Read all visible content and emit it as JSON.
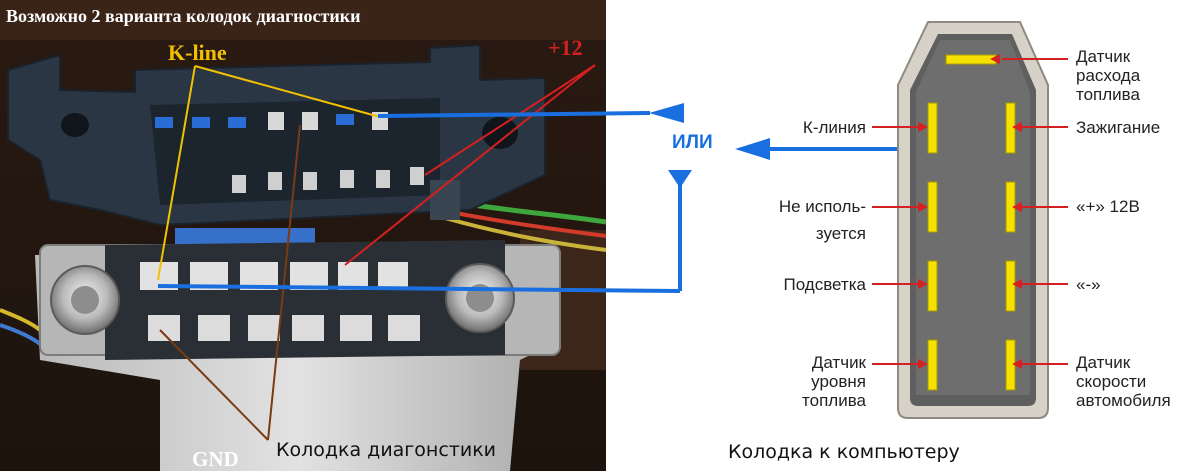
{
  "photo": {
    "title": "Возможно 2 варианта колодок диагностики",
    "kline": "K-line",
    "plus12": "+12",
    "gnd": "GND",
    "caption": "Колодка диагонстики"
  },
  "middle": {
    "or_label": "ИЛИ"
  },
  "ecu": {
    "caption": "Колодка к компьютеру",
    "pins": {
      "fuel_flow": [
        "Датчик",
        "расхода",
        "топлива"
      ],
      "k_line": "К-линия",
      "ignition": "Зажигание",
      "unused": [
        "Не исполь-",
        "зуется"
      ],
      "plus12v": "«+» 12В",
      "backlight": "Подсветка",
      "minus": "«-»",
      "fuel_level": [
        "Датчик",
        "уровня",
        "топлива"
      ],
      "speed": [
        "Датчик",
        "скорости",
        "автомобиля"
      ]
    }
  },
  "colors": {
    "blue_wire": "#1a6fe0",
    "red_pointer": "#d42020",
    "kline_yellow": "#f2c200",
    "pin_yellow": "#f5e000",
    "gnd_brown": "#7a3b10"
  }
}
